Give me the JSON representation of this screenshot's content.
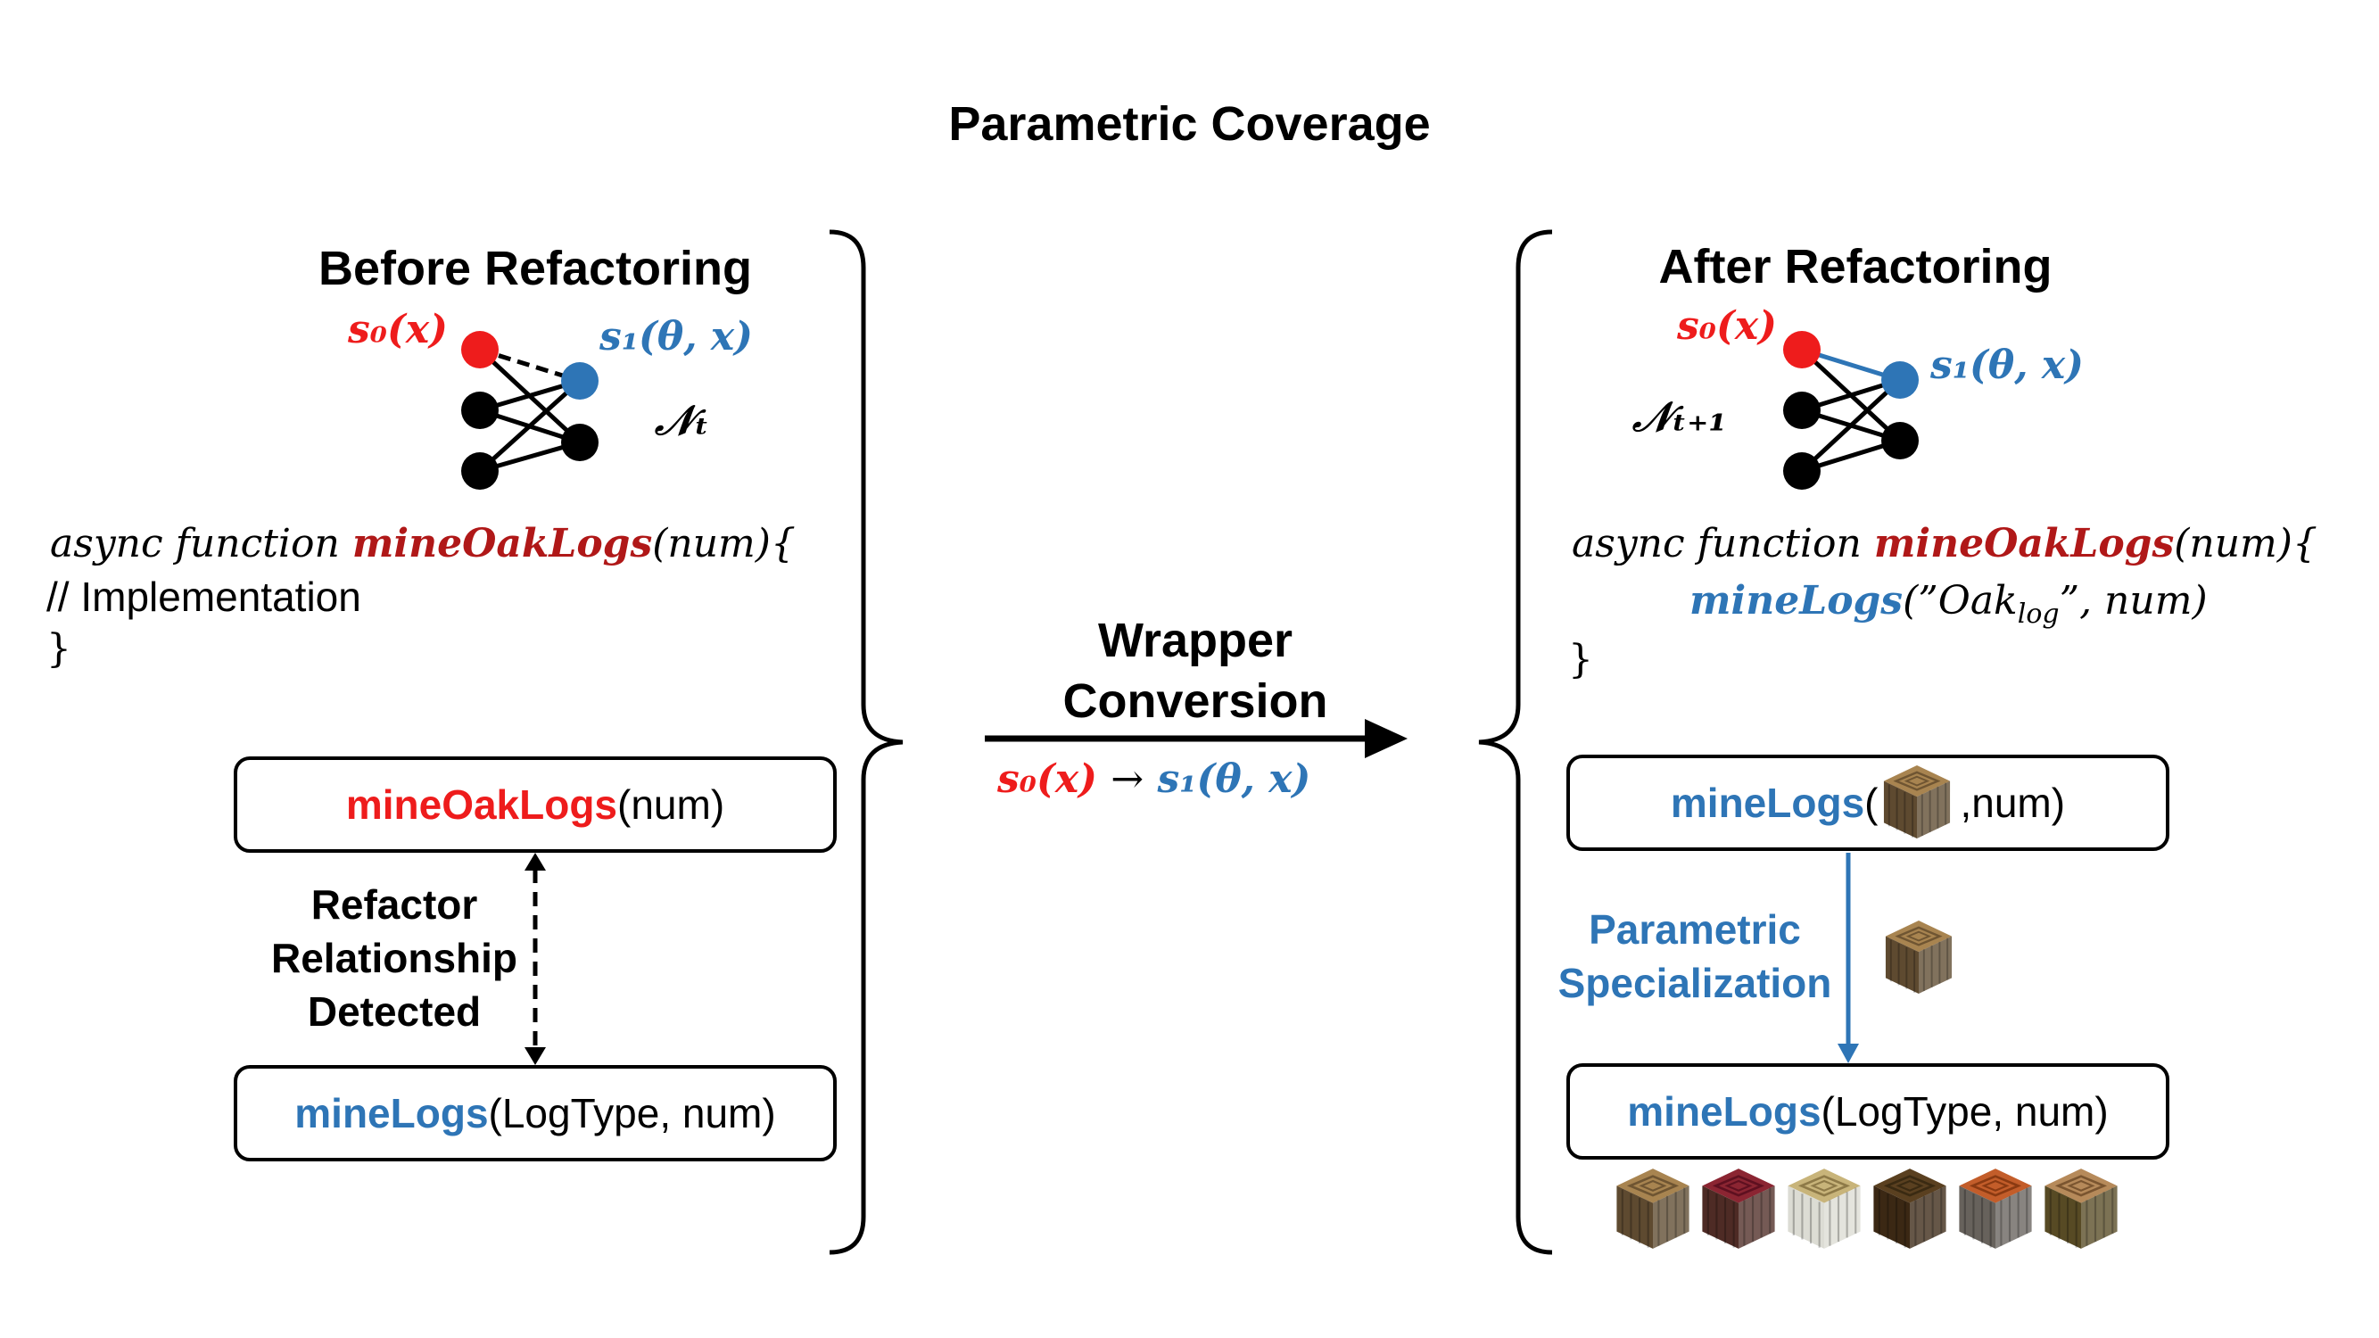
{
  "title": "Parametric Coverage",
  "before": {
    "heading": "Before Refactoring",
    "s0_label": "s₀(x)",
    "s1_label": "s₁(θ, x)",
    "network_label": "𝒩ₜ",
    "code": {
      "line1_keyword": "async function ",
      "line1_name": "mineOakLogs",
      "line1_args": "(num){",
      "line2": "// Implementation",
      "line3": "}"
    },
    "box_top": {
      "name": "mineOakLogs",
      "args": "(num)"
    },
    "relationship_label": [
      "Refactor",
      "Relationship",
      "Detected"
    ],
    "box_bottom": {
      "name": "mineLogs",
      "args": "(LogType, num)"
    }
  },
  "middle": {
    "label": [
      "Wrapper",
      "Conversion"
    ],
    "from": "s₀(x)",
    "arrow": "→",
    "to": "s₁(θ, x)"
  },
  "after": {
    "heading": "After Refactoring",
    "s0_label": "s₀(x)",
    "s1_label": "s₁(θ, x)",
    "network_label": "𝒩ₜ₊₁",
    "code": {
      "line1_keyword": "async function ",
      "line1_name": "mineOakLogs",
      "line1_args": "(num){",
      "line2_name": "mineLogs",
      "line2_open": "(”",
      "line2_arg_main": "Oak",
      "line2_arg_sub": "log",
      "line2_close": "”, num)",
      "line3": "}"
    },
    "box_top": {
      "name": "mineLogs",
      "open": "(",
      "close": ",num)"
    },
    "specialization_label": [
      "Parametric",
      "Specialization"
    ],
    "box_bottom": {
      "name": "mineLogs",
      "args": "(LogType, num)"
    }
  },
  "colors": {
    "red": "#ee1c1c",
    "blue": "#2e75b6",
    "dark_red": "#b01818",
    "black": "#000000"
  },
  "log_blocks": [
    {
      "name": "oak-log-block",
      "side": "#5e4a30",
      "top": "#a88450",
      "ring": "#6f5532"
    },
    {
      "name": "crimson-log-block",
      "side": "#4e2b25",
      "top": "#8b2532",
      "ring": "#5e1020"
    },
    {
      "name": "birch-log-block",
      "side": "#dcdcd4",
      "top": "#c8b47a",
      "ring": "#8e7a48"
    },
    {
      "name": "dark-oak-log-block",
      "side": "#3b2814",
      "top": "#5a4020",
      "ring": "#3a2a12"
    },
    {
      "name": "acacia-log-block",
      "side": "#67625c",
      "top": "#c35d2a",
      "ring": "#8a3a12"
    },
    {
      "name": "jungle-log-block",
      "side": "#574a24",
      "top": "#b68a5a",
      "ring": "#7a5530"
    }
  ]
}
